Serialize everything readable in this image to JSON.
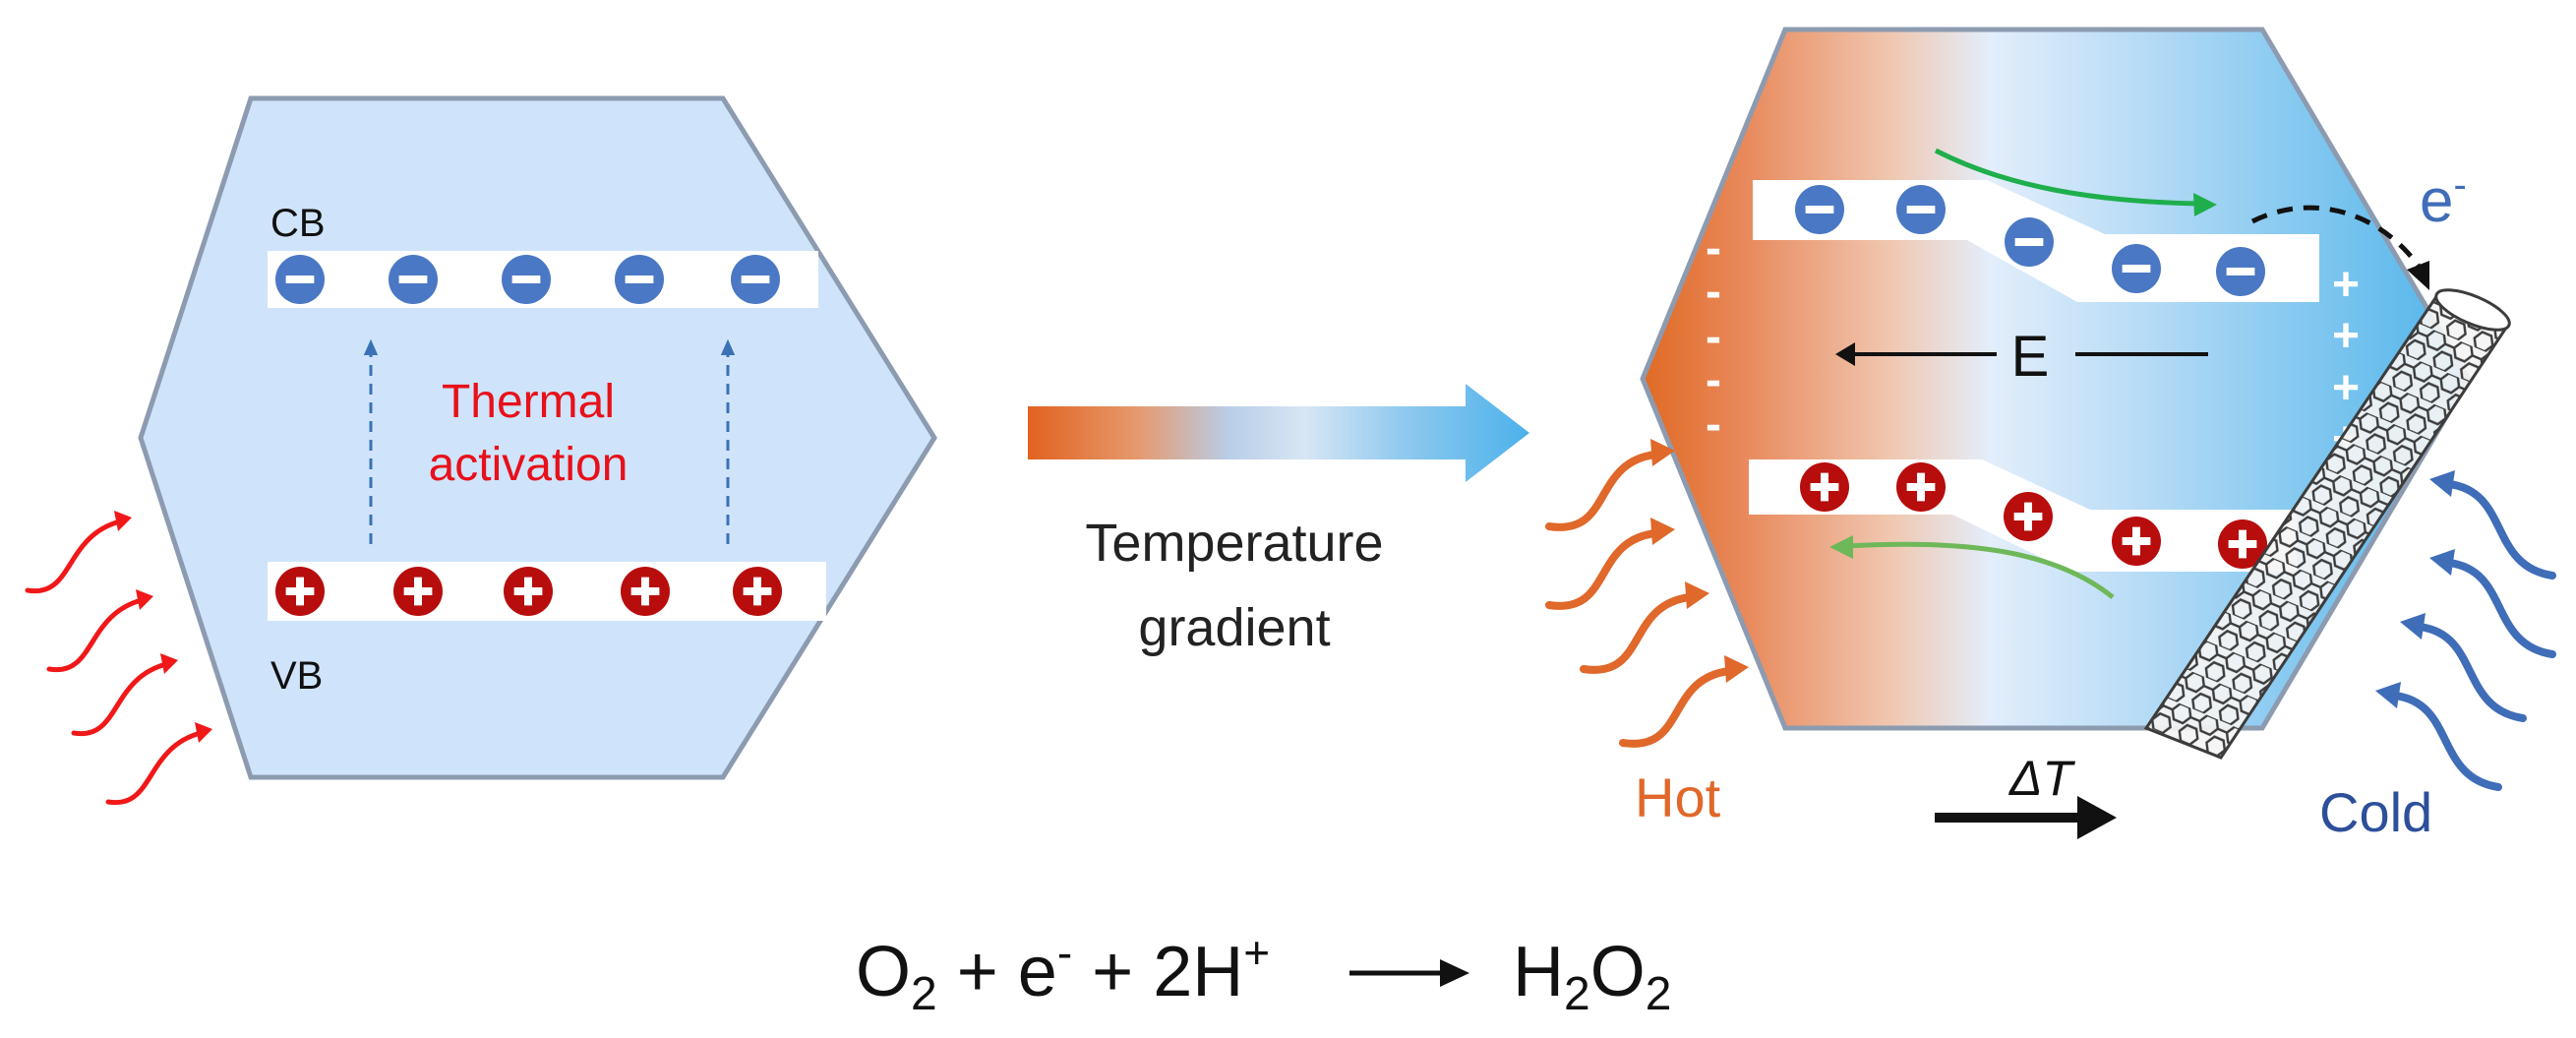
{
  "left_panel": {
    "cb_label": "CB",
    "vb_label": "VB",
    "activation_line1": "Thermal",
    "activation_line2": "activation",
    "electron_count": 5,
    "hole_count": 5
  },
  "gradient_arrow": {
    "label_line1": "Temperature",
    "label_line2": "gradient"
  },
  "right_panel": {
    "electron_superscript": "e",
    "electron_sup_sign": "-",
    "field_label": "E",
    "hot_label": "Hot",
    "cold_label": "Cold",
    "delta_t_label": "ΔT",
    "left_surface_charge": "-",
    "right_surface_charge": "+",
    "electron_count": 5,
    "hole_count": 5
  },
  "reaction": {
    "o2_base": "O",
    "o2_sub": "2",
    "plus1": " + e",
    "e_sup": "-",
    "plus2": " + 2H",
    "h_sup": "+",
    "product_h": "H",
    "product_h_sub": "2",
    "product_o": "O",
    "product_o_sub": "2"
  },
  "colors": {
    "hexagon_fill": "#cfe4fb",
    "hexagon_stroke": "#8c9bb0",
    "electron": "#4a78c4",
    "hole": "#b80d0d",
    "activation_text": "#e8101a",
    "heat_wave_left": "#f01818",
    "hot": "#e0682a",
    "cold": "#3f6db8",
    "cold_text": "#2d4f9a",
    "green_arrow": "#1fae4c",
    "green_arrow_light": "#6fb85a"
  }
}
